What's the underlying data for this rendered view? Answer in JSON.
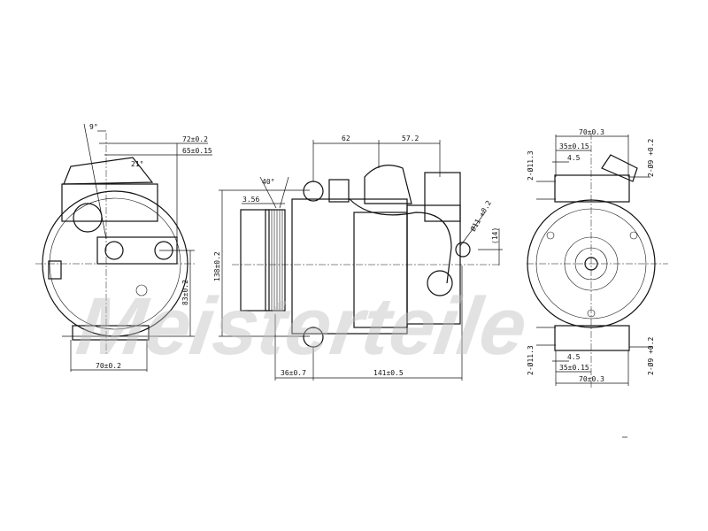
{
  "watermark": {
    "text": "Meisterteile",
    "color": "#bfbfbf"
  },
  "views": {
    "side": {
      "angle_top": "9°",
      "angle_bracket": "21°",
      "width_top": "72±0.2",
      "width_mid": "65±0.15",
      "height_mount": "83±0.2",
      "width_base": "70±0.2"
    },
    "front": {
      "pulley_angle": "40°",
      "groove_pitch": "3.56",
      "overall_height": "138±0.2",
      "top_left": "62",
      "top_right": "57.2",
      "port_diameter": "Ø11 +0.2",
      "port_offset": "(14)",
      "pulley_offset": "36±0.7",
      "body_length": "141±0.5"
    },
    "end": {
      "width_top": "70±0.3",
      "half_width_top": "35±0.15",
      "offset_top": "4.5",
      "hole_left_top": "2-Ø11.3",
      "hole_right_top": "2-Ø9 +0.2",
      "width_bottom": "70±0.3",
      "half_width_bottom": "35±0.15",
      "offset_bottom": "4.5",
      "hole_left_bottom": "2-Ø11.3",
      "hole_right_bottom": "2-Ø9 +0.2"
    }
  }
}
